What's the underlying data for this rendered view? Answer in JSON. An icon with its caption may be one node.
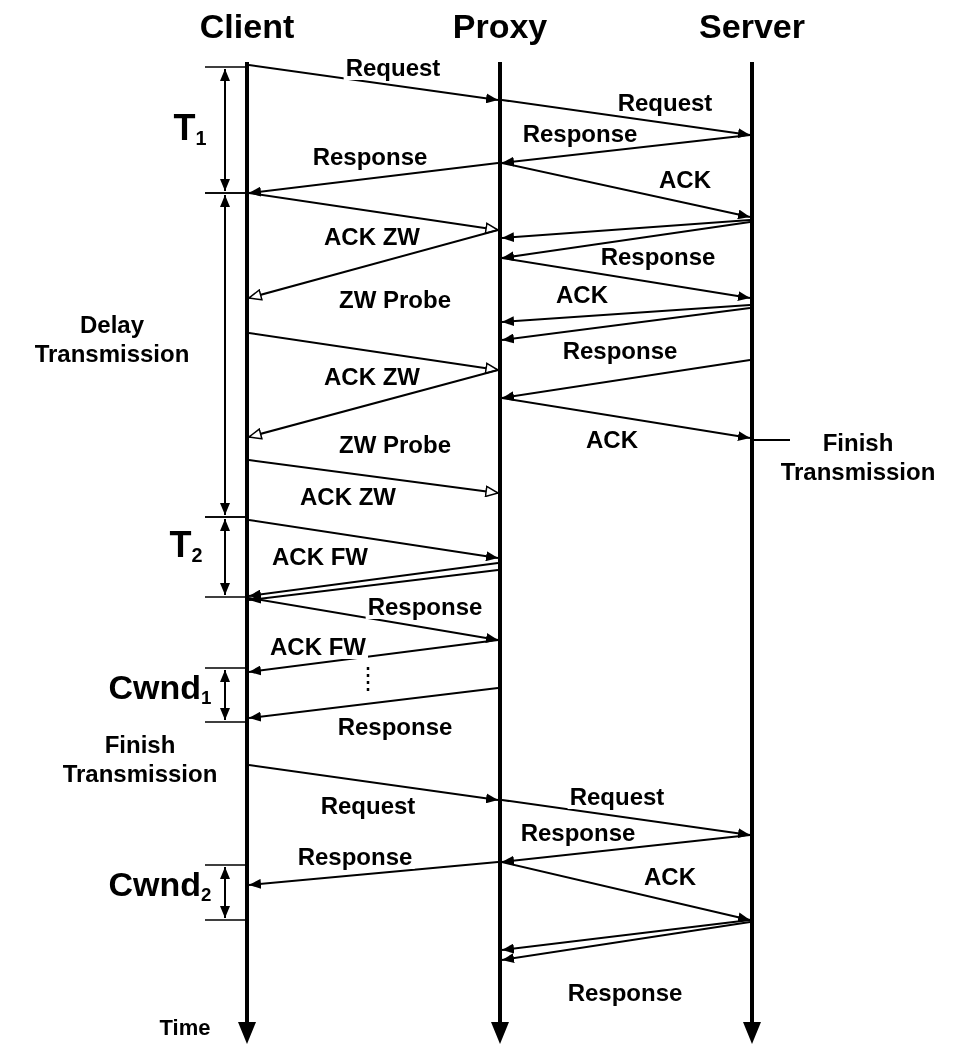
{
  "diagram": {
    "nodes": [
      {
        "text": [
          "Client"
        ]
      },
      {
        "text": [
          "Proxy"
        ]
      },
      {
        "text": [
          "Server"
        ]
      }
    ],
    "edges": [
      {
        "from": 0,
        "to": 1,
        "arrow": "to",
        "label": "Request"
      },
      {
        "from": 1,
        "to": 2,
        "arrow": "to",
        "label": "Request"
      },
      {
        "from": 2,
        "to": 1,
        "arrow": "to",
        "label": "Response"
      },
      {
        "from": 1,
        "to": 0,
        "arrow": "to",
        "label": "Response"
      },
      {
        "from": 1,
        "to": 2,
        "arrow": "to",
        "label": "ACK"
      },
      {
        "from": 0,
        "to": 1,
        "arrow": "to",
        "label": "ACK ZW"
      },
      {
        "from": 2,
        "to": 1,
        "arrow": "to"
      },
      {
        "from": 2,
        "to": 1,
        "arrow": "to",
        "label": "Response"
      },
      {
        "from": 1,
        "to": 0,
        "arrow": "to",
        "label": "ZW Probe"
      },
      {
        "from": 1,
        "to": 2,
        "arrow": "to",
        "label": "ACK"
      },
      {
        "from": 2,
        "to": 1,
        "arrow": "to"
      },
      {
        "from": 2,
        "to": 1,
        "arrow": "to"
      },
      {
        "from": 0,
        "to": 1,
        "arrow": "to",
        "label": "ACK ZW"
      },
      {
        "from": 2,
        "to": 1,
        "arrow": "to",
        "label": "Response"
      },
      {
        "from": 1,
        "to": 0,
        "arrow": "to",
        "label": "ZW Probe"
      },
      {
        "from": 1,
        "to": 2,
        "arrow": "to",
        "label": "ACK"
      },
      {
        "from": 0,
        "to": 1,
        "arrow": "to",
        "label": "ACK ZW"
      },
      {
        "from": 0,
        "to": 1,
        "arrow": "to",
        "label": "ACK FW"
      },
      {
        "from": 1,
        "to": 0,
        "arrow": "to"
      },
      {
        "from": 1,
        "to": 0,
        "arrow": "to"
      },
      {
        "from": 0,
        "to": 1,
        "arrow": "to",
        "label": "Response"
      },
      {
        "from": 1,
        "to": 0,
        "arrow": "to",
        "label": "ACK FW"
      },
      {
        "from": 1,
        "to": 0,
        "arrow": "to",
        "label": "Response"
      },
      {
        "from": 0,
        "to": 1,
        "arrow": "to",
        "label": "Request"
      },
      {
        "from": 1,
        "to": 2,
        "arrow": "to",
        "label": "Request"
      },
      {
        "from": 2,
        "to": 1,
        "arrow": "to",
        "label": "Response"
      },
      {
        "from": 1,
        "to": 0,
        "arrow": "to",
        "label": "Response"
      },
      {
        "from": 1,
        "to": 2,
        "arrow": "to",
        "label": "ACK"
      },
      {
        "from": 2,
        "to": 1,
        "arrow": "to"
      },
      {
        "from": 2,
        "to": 1,
        "arrow": "to",
        "label": "Response"
      }
    ],
    "labels": [
      "T$_{1}$",
      "Delay Transmission",
      "Finish Transmission",
      "T$_{2}$",
      "Cwnd$_{1}$",
      "Finish Transmission",
      "Cwnd$_{2}$",
      "Time"
    ]
  }
}
